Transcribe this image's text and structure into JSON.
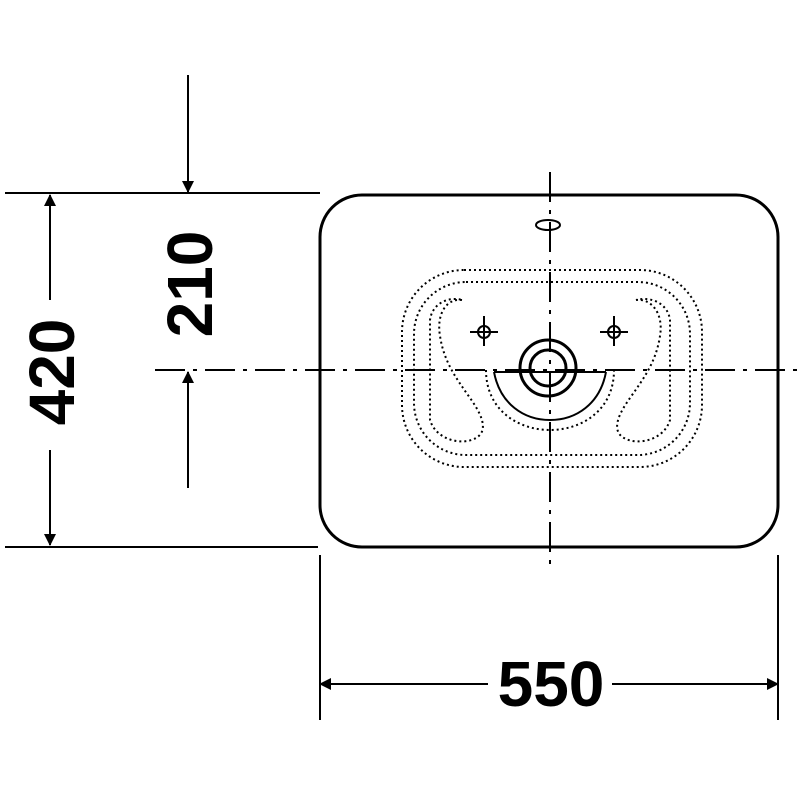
{
  "dimensions": {
    "width": "550",
    "depth": "420",
    "center_offset": "210"
  }
}
